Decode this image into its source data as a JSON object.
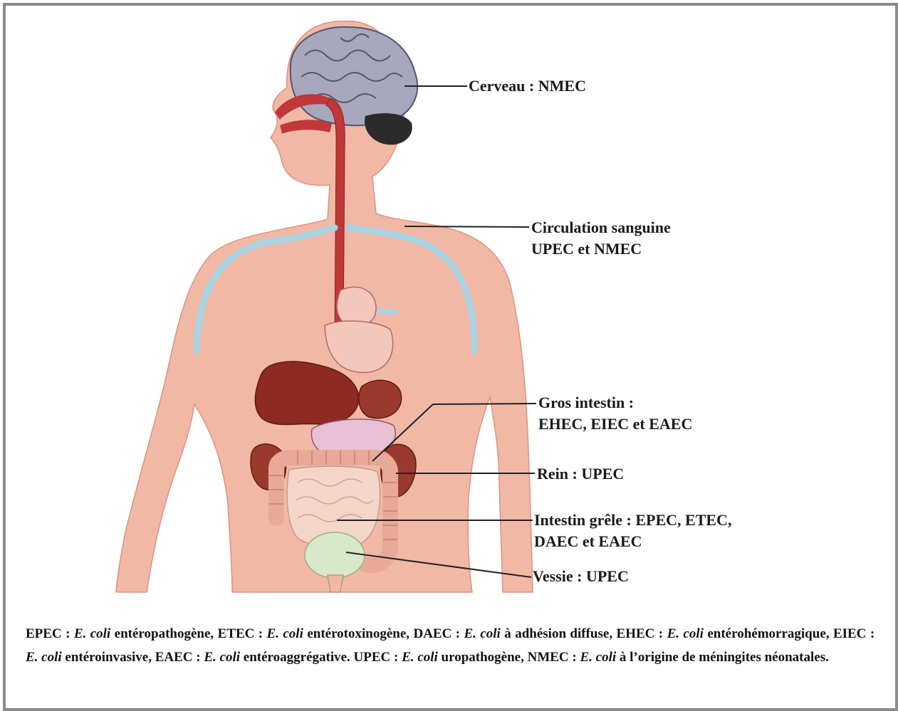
{
  "labels": {
    "cerveau": "Cerveau : NMEC",
    "circulation_line1": "Circulation sanguine",
    "circulation_line2": "UPEC et NMEC",
    "gros_intestin_line1": "Gros intestin :",
    "gros_intestin_line2": "EHEC, EIEC et EAEC",
    "rein": "Rein : UPEC",
    "intestin_grele_line1": "Intestin grêle : EPEC, ETEC,",
    "intestin_grele_line2": "DAEC et EAEC",
    "vessie": "Vessie : UPEC"
  },
  "legend": {
    "epec_abbr": "EPEC :",
    "epec_ecoli": "E. coli",
    "epec_desc": "entéropathogène,",
    "etec_abbr": "ETEC :",
    "etec_ecoli": "E. coli",
    "etec_desc": "entérotoxinogène,",
    "daec_abbr": "DAEC :",
    "daec_ecoli": "E. coli",
    "daec_desc": "à adhésion diffuse,",
    "ehec_abbr": "EHEC :",
    "ehec_ecoli": "E. coli",
    "ehec_desc": "entérohémorragique,",
    "eiec_abbr": "EIEC :",
    "eiec_ecoli": "E. coli",
    "eiec_desc": "entéroinvasive,",
    "eaec_abbr": "EAEC :",
    "eaec_ecoli": "E. coli",
    "eaec_desc": "entéroaggrégative.",
    "upec_abbr": "UPEC :",
    "upec_ecoli": "E. coli",
    "upec_desc": "uropathogène,",
    "nmec_abbr": "NMEC :",
    "nmec_ecoli": "E. coli",
    "nmec_desc": "à l’origine de méningites néonatales."
  },
  "colors": {
    "skin": "#f2b8a6",
    "skin_shadow": "#e59f8c",
    "artery_red": "#c0383a",
    "blood_vessel_blue": "#a8d4e4",
    "liver": "#8e2a22",
    "kidney": "#9a3a2c",
    "intestine": "#f3d6c8",
    "bladder": "#d8e8c8",
    "brain": "#a7a7bd",
    "cerebellum": "#2b2b2b",
    "frame_border": "#8a8a8a"
  }
}
